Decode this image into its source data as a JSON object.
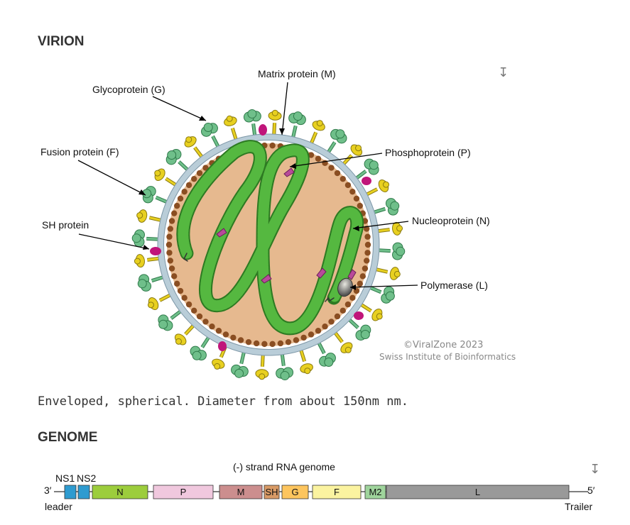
{
  "virion": {
    "heading": "VIRION",
    "labels": {
      "matrix": "Matrix protein (M)",
      "glyco": "Glycoprotein (G)",
      "fusion": "Fusion protein (F)",
      "phospho": "Phosphoprotein  (P)",
      "sh": "SH protein",
      "nucleo": "Nucleoprotein  (N)",
      "polymerase": "Polymerase  (L)"
    },
    "copyright_line1": "©ViralZone 2023",
    "copyright_line2": "Swiss Institute of Bioinformatics",
    "download_icon": "download-arrow-icon",
    "description": "Enveloped, spherical. Diameter from about 150nm nm."
  },
  "genome": {
    "heading": "GENOME",
    "title": "(-) strand RNA genome",
    "end3": "3′",
    "end5": "5′",
    "leader": "leader",
    "trailer": "Trailer",
    "ns_labels": [
      "NS1",
      "NS2"
    ],
    "segments": [
      {
        "name": "N",
        "color": "#9ccd3c"
      },
      {
        "name": "P",
        "color": "#f0c8de"
      },
      {
        "name": "M",
        "color": "#cc8e8e"
      },
      {
        "name": "SH",
        "color": "#d89a66"
      },
      {
        "name": "G",
        "color": "#fdc55e"
      },
      {
        "name": "F",
        "color": "#fbf3a0"
      },
      {
        "name": "M2",
        "color": "#9fd49c"
      },
      {
        "name": "L",
        "color": "#999999"
      }
    ],
    "ns_color": "#2e9bd0",
    "download_icon": "download-arrow-icon"
  },
  "colors": {
    "capsid": "#e6b98f",
    "matrix_bead": "#8a4e22",
    "membrane": "#b9cdd8",
    "nucleocapsid": "#3f9a30",
    "glyco": "#6fbf8a",
    "fusion": "#e8d020",
    "sh": "#c0157a"
  }
}
